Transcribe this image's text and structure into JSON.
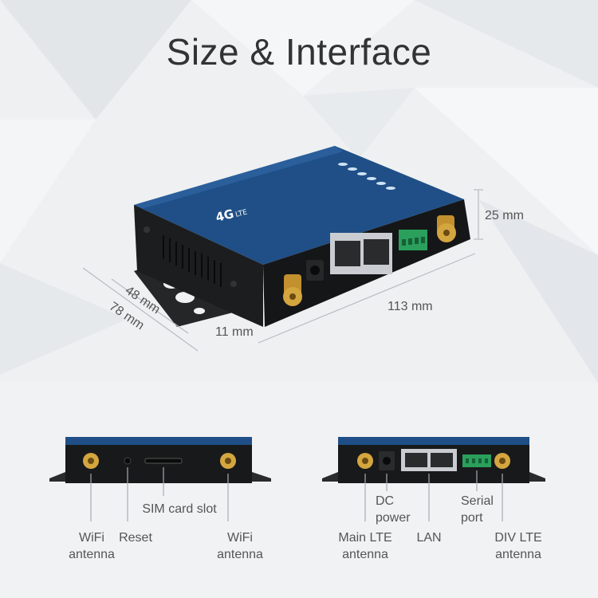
{
  "title": "Size & Interface",
  "device": {
    "badge": "4G",
    "badge_suffix": "LTE",
    "accent_color": "#1f4f86",
    "body_color": "#1c1d1f"
  },
  "dimensions": {
    "height": "25 mm",
    "length": "113 mm",
    "width": "48 mm",
    "depth_with_mount": "78 mm",
    "flange": "11 mm"
  },
  "front_panel_labels": {
    "wifi_left_l1": "WiFi",
    "wifi_left_l2": "antenna",
    "reset": "Reset",
    "sim": "SIM card slot",
    "wifi_right_l1": "WiFi",
    "wifi_right_l2": "antenna"
  },
  "back_panel_labels": {
    "main_lte_l1": "Main LTE",
    "main_lte_l2": "antenna",
    "dc_l1": "DC",
    "dc_l2": "power",
    "lan": "LAN",
    "serial_l1": "Serial",
    "serial_l2": "port",
    "div_lte_l1": "DIV LTE",
    "div_lte_l2": "antenna"
  }
}
